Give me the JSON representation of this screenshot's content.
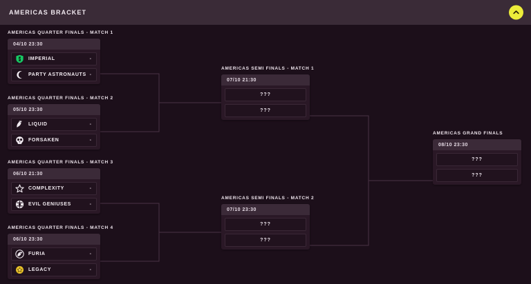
{
  "header": {
    "title": "AMERICAS BRACKET",
    "collapse_icon": "chevron-up-icon",
    "accent_color": "#ecec3a"
  },
  "colors": {
    "page_background": "#1c0f1a",
    "titlebar_background": "#3a2b37",
    "card_background": "#2a1826",
    "card_header_background": "#3b2a38",
    "row_background": "#21121e",
    "row_border": "#3a2736",
    "connector_line": "#4a3345",
    "text_primary": "#f3ecf2"
  },
  "rounds": [
    {
      "name": "quarter-finals",
      "matches": [
        {
          "label": "AMERICAS QUARTER FINALS - MATCH 1",
          "date": "04/10 23:30",
          "teams": [
            {
              "name": "IMPERIAL",
              "score": "-",
              "logo": "imperial-shield-logo"
            },
            {
              "name": "PARTY ASTRONAUTS",
              "score": "-",
              "logo": "party-astronauts-moon-logo"
            }
          ]
        },
        {
          "label": "AMERICAS QUARTER FINALS - MATCH 2",
          "date": "05/10 23:30",
          "teams": [
            {
              "name": "LIQUID",
              "score": "-",
              "logo": "liquid-horse-logo"
            },
            {
              "name": "FORSAKEN",
              "score": "-",
              "logo": "forsaken-skull-logo"
            }
          ]
        },
        {
          "label": "AMERICAS QUARTER FINALS - MATCH 3",
          "date": "06/10 21:30",
          "teams": [
            {
              "name": "COMPLEXITY",
              "score": "-",
              "logo": "complexity-star-logo"
            },
            {
              "name": "EVIL GENIUSES",
              "score": "-",
              "logo": "evil-geniuses-logo"
            }
          ]
        },
        {
          "label": "AMERICAS QUARTER FINALS - MATCH 4",
          "date": "06/10 23:30",
          "teams": [
            {
              "name": "FURIA",
              "score": "-",
              "logo": "furia-panther-logo"
            },
            {
              "name": "LEGACY",
              "score": "-",
              "logo": "legacy-emblem-logo"
            }
          ]
        }
      ]
    },
    {
      "name": "semi-finals",
      "matches": [
        {
          "label": "AMERICAS SEMI FINALS - MATCH 1",
          "date": "07/10 21:30",
          "teams": [
            {
              "name": "???",
              "score": "",
              "logo": ""
            },
            {
              "name": "???",
              "score": "",
              "logo": ""
            }
          ]
        },
        {
          "label": "AMERICAS SEMI FINALS - MATCH 2",
          "date": "07/10 23:30",
          "teams": [
            {
              "name": "???",
              "score": "",
              "logo": ""
            },
            {
              "name": "???",
              "score": "",
              "logo": ""
            }
          ]
        }
      ]
    },
    {
      "name": "grand-finals",
      "matches": [
        {
          "label": "AMERICAS GRAND FINALS",
          "date": "08/10 23:30",
          "teams": [
            {
              "name": "???",
              "score": "",
              "logo": ""
            },
            {
              "name": "???",
              "score": "",
              "logo": ""
            }
          ]
        }
      ]
    }
  ]
}
